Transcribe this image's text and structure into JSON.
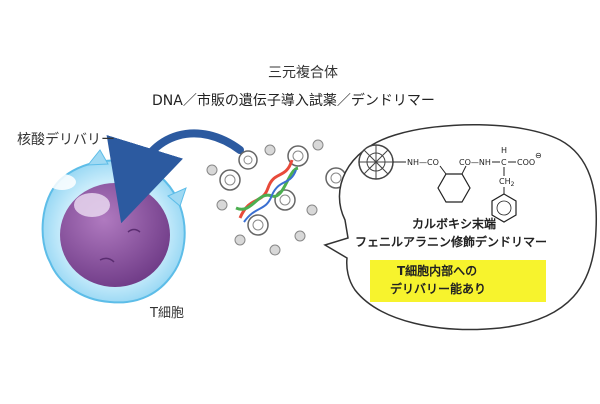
{
  "complex": {
    "title": "三元複合体",
    "components": "DNA／市販の遺伝子導入試薬／デンドリマー"
  },
  "delivery_label": "核酸デリバリー",
  "cell_label": "T細胞",
  "structure": {
    "nh_co": "NH—CO",
    "co_nh": "CO—NH",
    "h": "H",
    "ch": "C",
    "coo": "COO",
    "charge": "⊖",
    "ch2": "CH",
    "ch2_sub": "2"
  },
  "dendrimer_name": {
    "line1": "カルボキシ末端",
    "line2": "フェニルアラニン修飾デンドリマー"
  },
  "highlight": {
    "line1": "T細胞内部への",
    "line2": "デリバリー能あり",
    "color": "#f7f32d"
  },
  "colors": {
    "cell_outer": "#8fd3f0",
    "cell_nucleus": "#8a4f9e",
    "arrow": "#2c5aa0",
    "dna_red": "#e84a3a",
    "dna_green": "#4caf50"
  }
}
